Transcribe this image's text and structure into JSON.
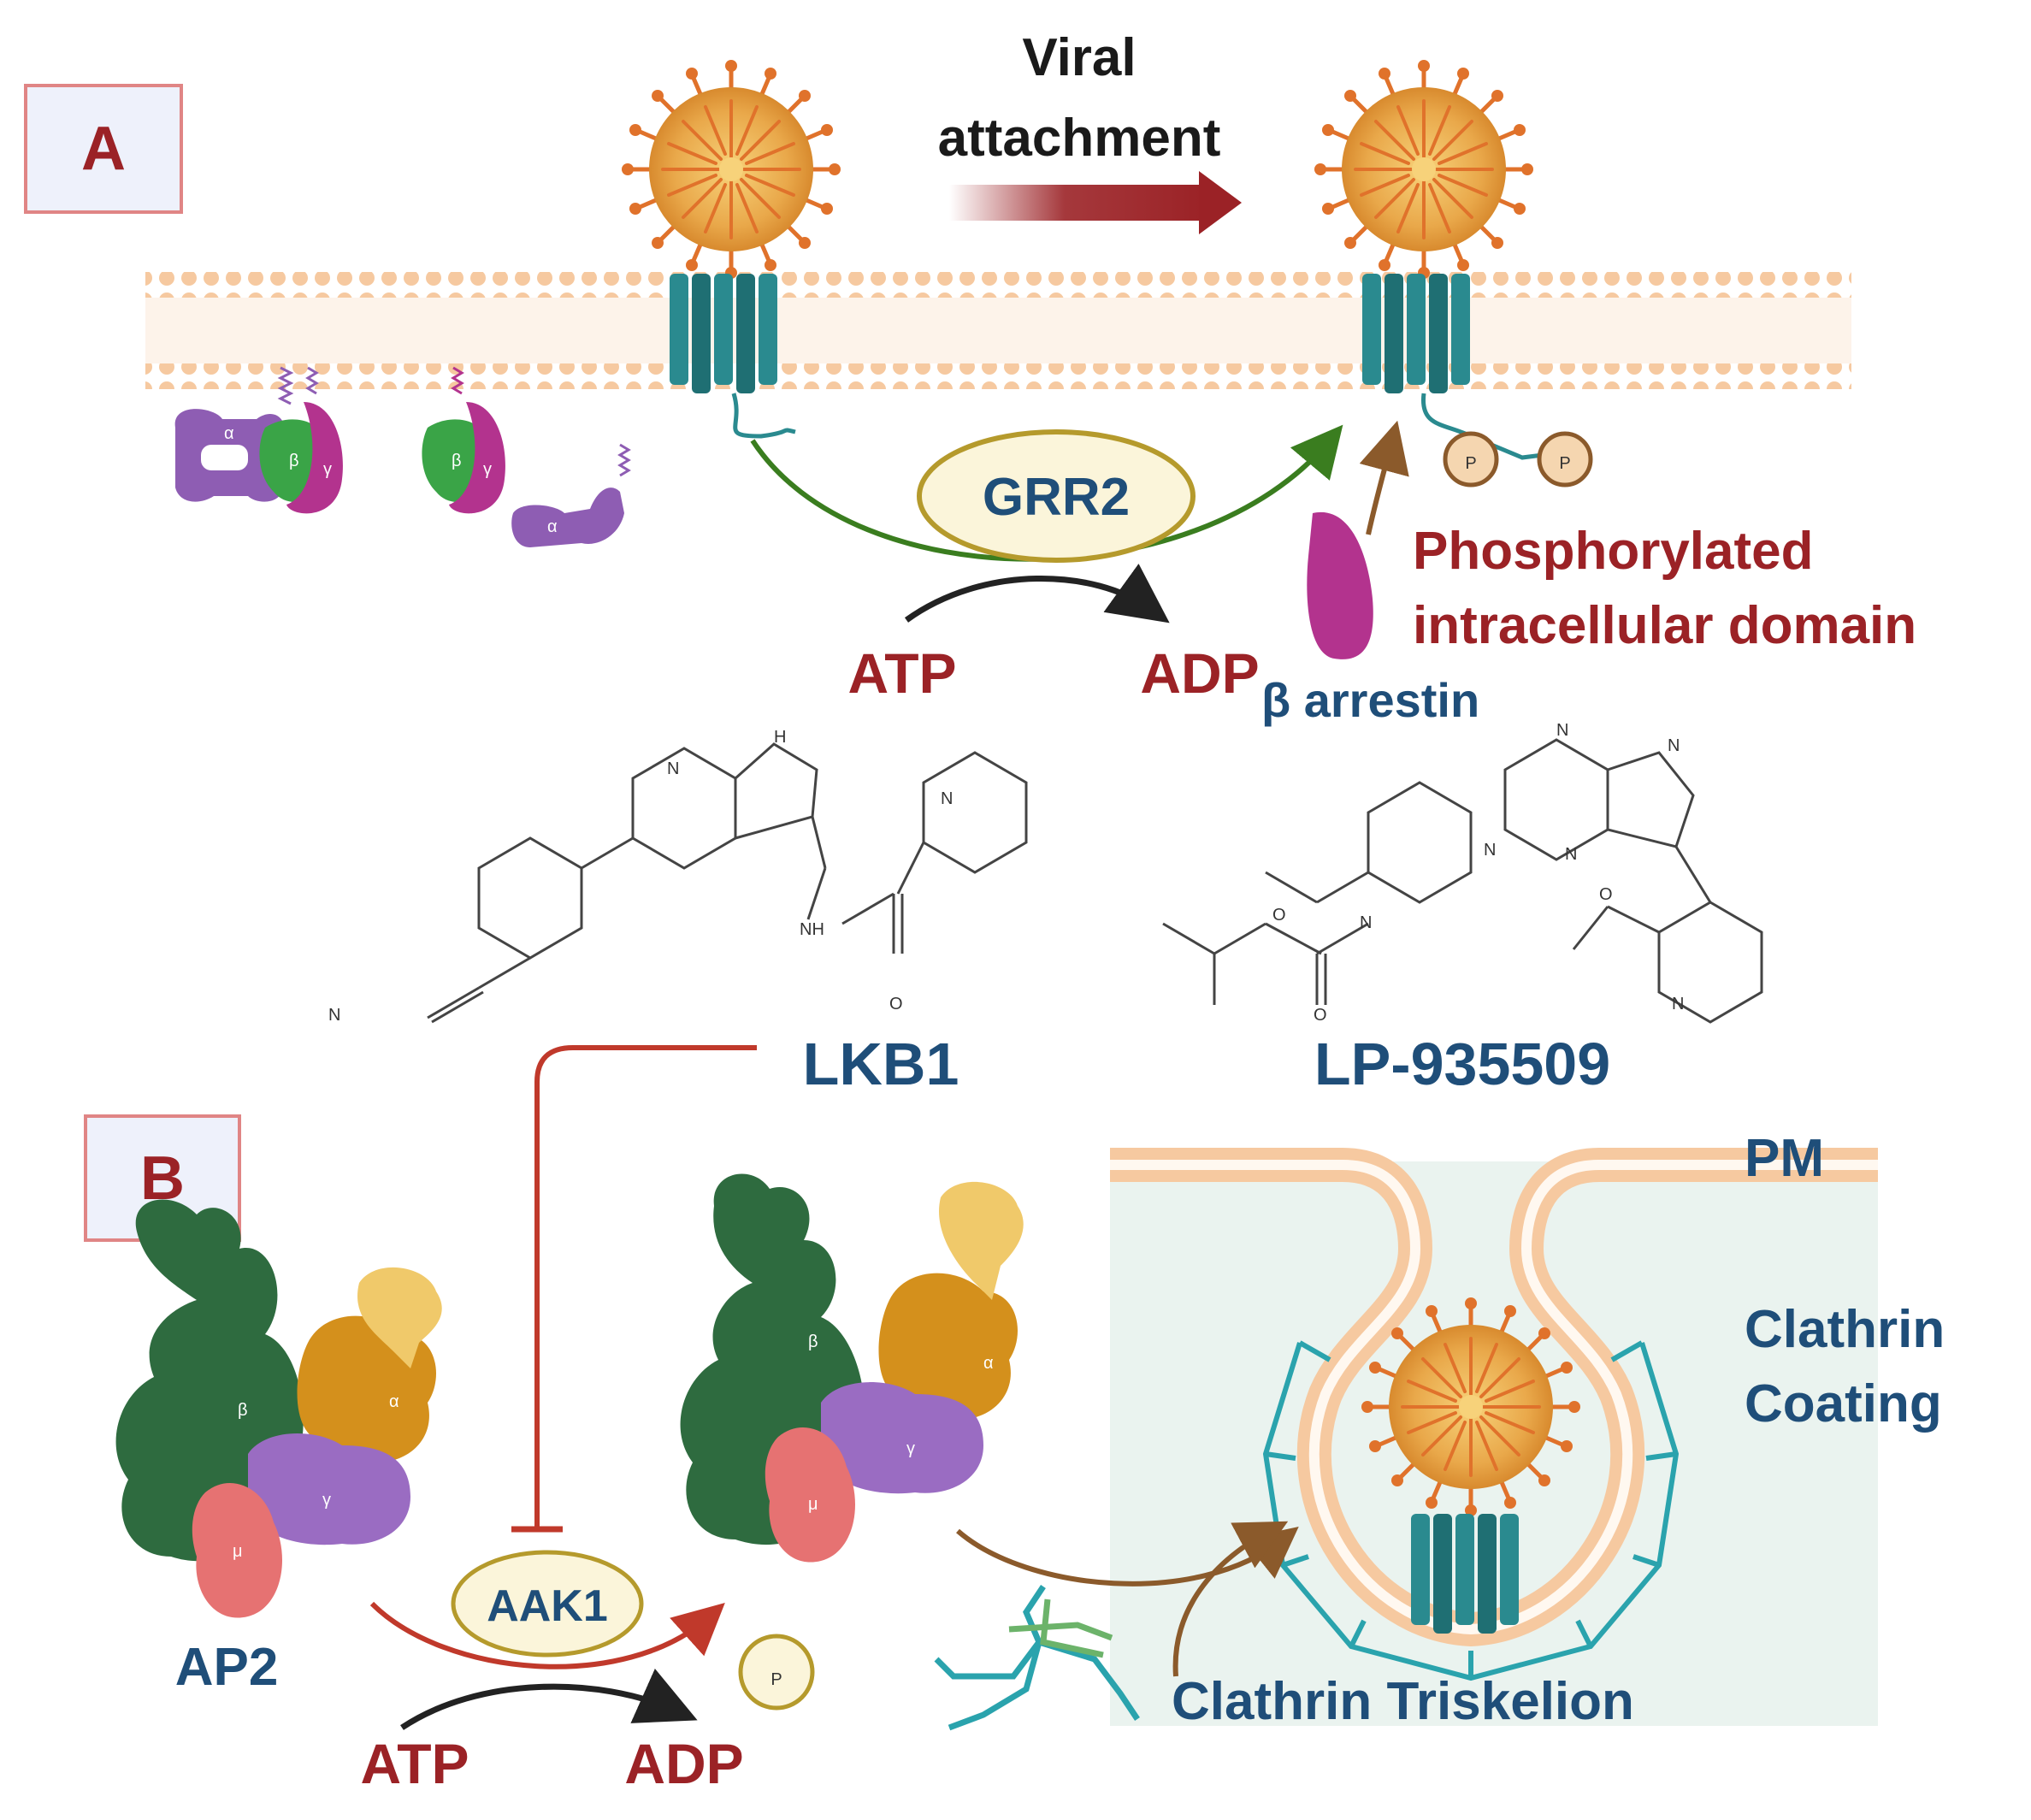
{
  "panels": {
    "a_label": "A",
    "b_label": "B"
  },
  "panel_a": {
    "viral_attachment": [
      "Viral",
      "attachment"
    ],
    "enzyme": "GRR2",
    "atp": "ATP",
    "adp": "ADP",
    "arrestin": "β arrestin",
    "phospho": [
      "Phosphorylated",
      "intracellular domain"
    ],
    "phosphate": "P",
    "g_subunits": [
      "α",
      "β",
      "γ"
    ]
  },
  "drugs": {
    "left": "LKB1",
    "right": "LP-935509",
    "atoms": {
      "n": "N",
      "nh": "NH",
      "h": "H",
      "o": "O"
    }
  },
  "panel_b": {
    "pm": "PM",
    "clathrin_coating": [
      "Clathrin",
      "Coating"
    ],
    "triskelion": "Clathrin Triskelion",
    "ap2": "AP2",
    "enzyme": "AAK1",
    "atp": "ATP",
    "adp": "ADP",
    "phosphate": "P",
    "subunits": {
      "beta": "β",
      "alpha": "α",
      "gamma": "γ",
      "mu": "μ"
    }
  },
  "colors": {
    "dark_red": "#9b2226",
    "blue_text": "#1f4e79",
    "green_arrow": "#3a7d1f",
    "teal_receptor": "#2a8a8f",
    "brown_arrow": "#8b5a2b",
    "membrane": "#f6c9a0",
    "vesicle_bg": "#eaf3ef"
  }
}
